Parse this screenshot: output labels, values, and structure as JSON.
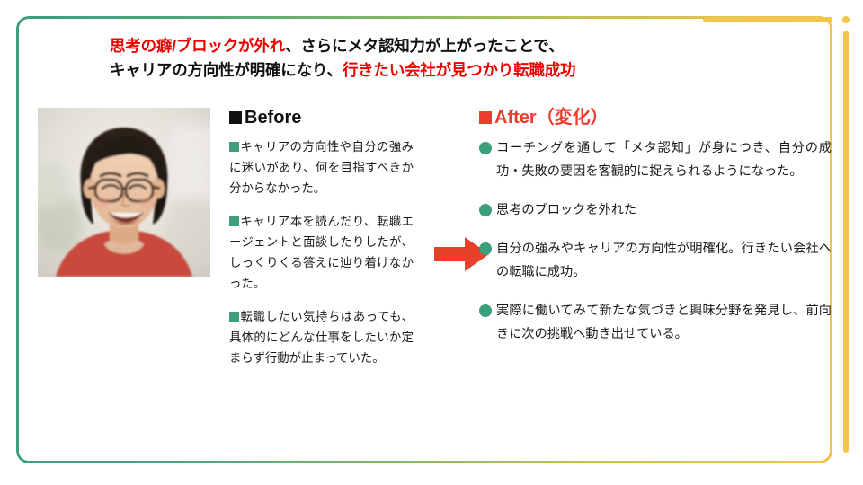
{
  "slide": {
    "headline": {
      "line1": [
        {
          "text": "思考の癖/ブロックが外れ",
          "emphasis": true
        },
        {
          "text": "、さらにメタ認知力が上がったことで、",
          "emphasis": false
        }
      ],
      "line2": [
        {
          "text": "キャリアの方向性が明確になり、",
          "emphasis": false
        },
        {
          "text": "行きたい会社が見つかり転職成功",
          "emphasis": true
        }
      ]
    },
    "colors": {
      "emphasis_red": "#ee0000",
      "after_red": "#ee3b2b",
      "bullet_green": "#3d9e7a",
      "accent_yellow": "#f3c54c",
      "frame_gradient_start": "#3d9e7a",
      "frame_gradient_end": "#f1c44a",
      "arrow_red": "#e8402a",
      "text_black": "#1a1a1a"
    },
    "portrait": {
      "alt": "coaching client portrait",
      "description": "smiling man with glasses wearing a red top"
    },
    "before": {
      "heading": "Before",
      "items": [
        "キャリアの方向性や自分の強みに迷いがあり、何を目指すべきか分からなかった。",
        "キャリア本を読んだり、転職エージェントと面談したりしたが、しっくりくる答えに辿り着けなかった。",
        "転職したい気持ちはあっても、具体的にどんな仕事をしたいか定まらず行動が止まっていた。"
      ]
    },
    "after": {
      "heading": "After",
      "heading_suffix": "（変化）",
      "items": [
        "コーチングを通して「メタ認知」が身につき、自分の成功・失敗の要因を客観的に捉えられるようになった。",
        "思考のブロックを外れた",
        "自分の強みやキャリアの方向性が明確化。行きたい会社への転職に成功。",
        "実際に働いてみて新たな気づきと興味分野を発見し、前向きに次の挑戦へ動き出せている。"
      ]
    },
    "arrow": {
      "name": "right-arrow",
      "direction": "right"
    }
  }
}
